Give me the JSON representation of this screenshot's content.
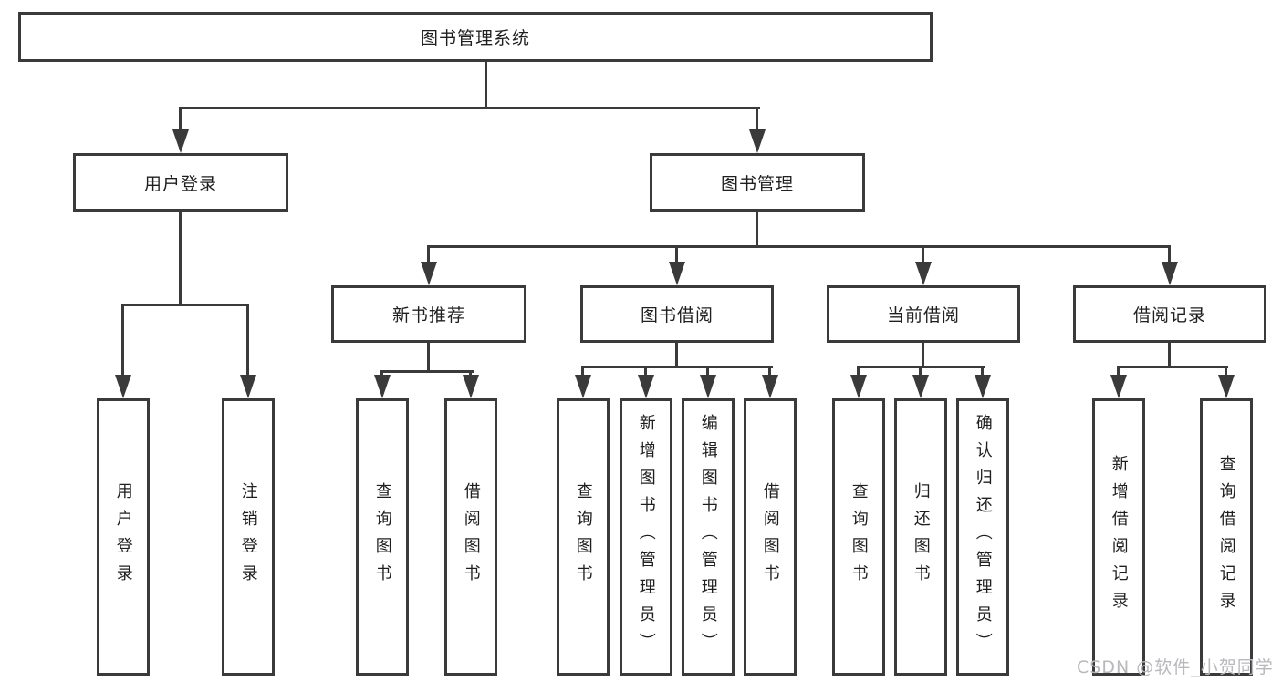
{
  "tree": {
    "label": "图书管理系统",
    "children": [
      {
        "label": "用户登录",
        "children": [
          {
            "label": "用户登录"
          },
          {
            "label": "注销登录"
          }
        ]
      },
      {
        "label": "图书管理",
        "children": [
          {
            "label": "新书推荐",
            "children": [
              {
                "label": "查询图书"
              },
              {
                "label": "借阅图书"
              }
            ]
          },
          {
            "label": "图书借阅",
            "children": [
              {
                "label": "查询图书"
              },
              {
                "label": "新增图书（管理员）"
              },
              {
                "label": "编辑图书（管理员）"
              },
              {
                "label": "借阅图书"
              }
            ]
          },
          {
            "label": "当前借阅",
            "children": [
              {
                "label": "查询图书"
              },
              {
                "label": "归还图书"
              },
              {
                "label": "确认归还（管理员）"
              }
            ]
          },
          {
            "label": "借阅记录",
            "children": [
              {
                "label": "新增借阅记录"
              },
              {
                "label": "查询借阅记录"
              }
            ]
          }
        ]
      }
    ]
  },
  "watermark": {
    "text": "CSDN @软件_小贺同学"
  },
  "colors": {
    "line": "#3a3a3a",
    "text": "#1f1f1f",
    "background": "#ffffff",
    "watermark": "#b9b9bd"
  }
}
